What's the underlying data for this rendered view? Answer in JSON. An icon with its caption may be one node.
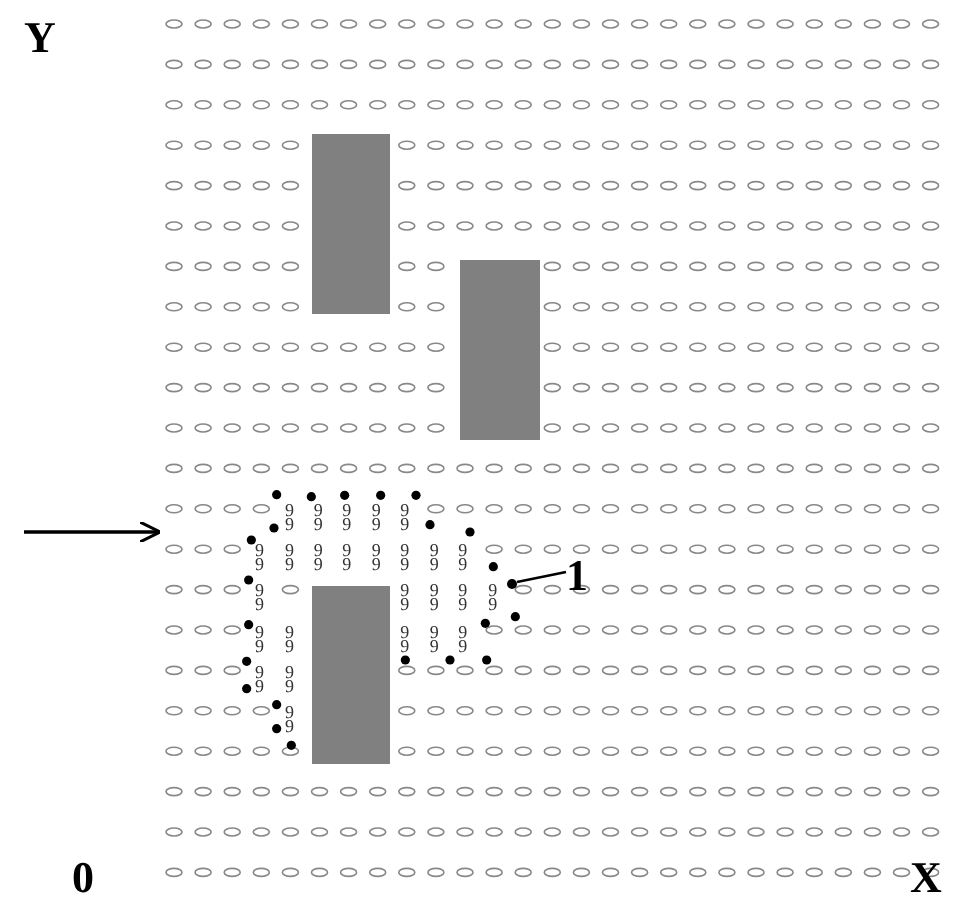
{
  "diagram": {
    "nodes": [
      {
        "text": [
          "1"
        ]
      },
      {
        "text": [],
        "shape": "circle"
      }
    ],
    "edges": [
      {
        "from": 0,
        "to": 1,
        "arrow": "none"
      }
    ],
    "labels": [
      "Y",
      "9",
      "9",
      "9",
      "9",
      "9",
      "9",
      "9",
      "9",
      "9",
      "9",
      "9",
      "9",
      "9",
      "9",
      "9",
      "9",
      "9",
      "9",
      "9",
      "9",
      "9",
      "9",
      "9",
      "9",
      "9",
      "9",
      "9",
      "9",
      "9",
      "9",
      "9",
      "9",
      "9",
      "9",
      "9",
      "9",
      "9",
      "9",
      "9",
      "9",
      "9",
      "9",
      "9",
      "9",
      "9",
      "9",
      "9",
      "9",
      "9",
      "9",
      "9",
      "9",
      "0",
      "X"
    ]
  }
}
